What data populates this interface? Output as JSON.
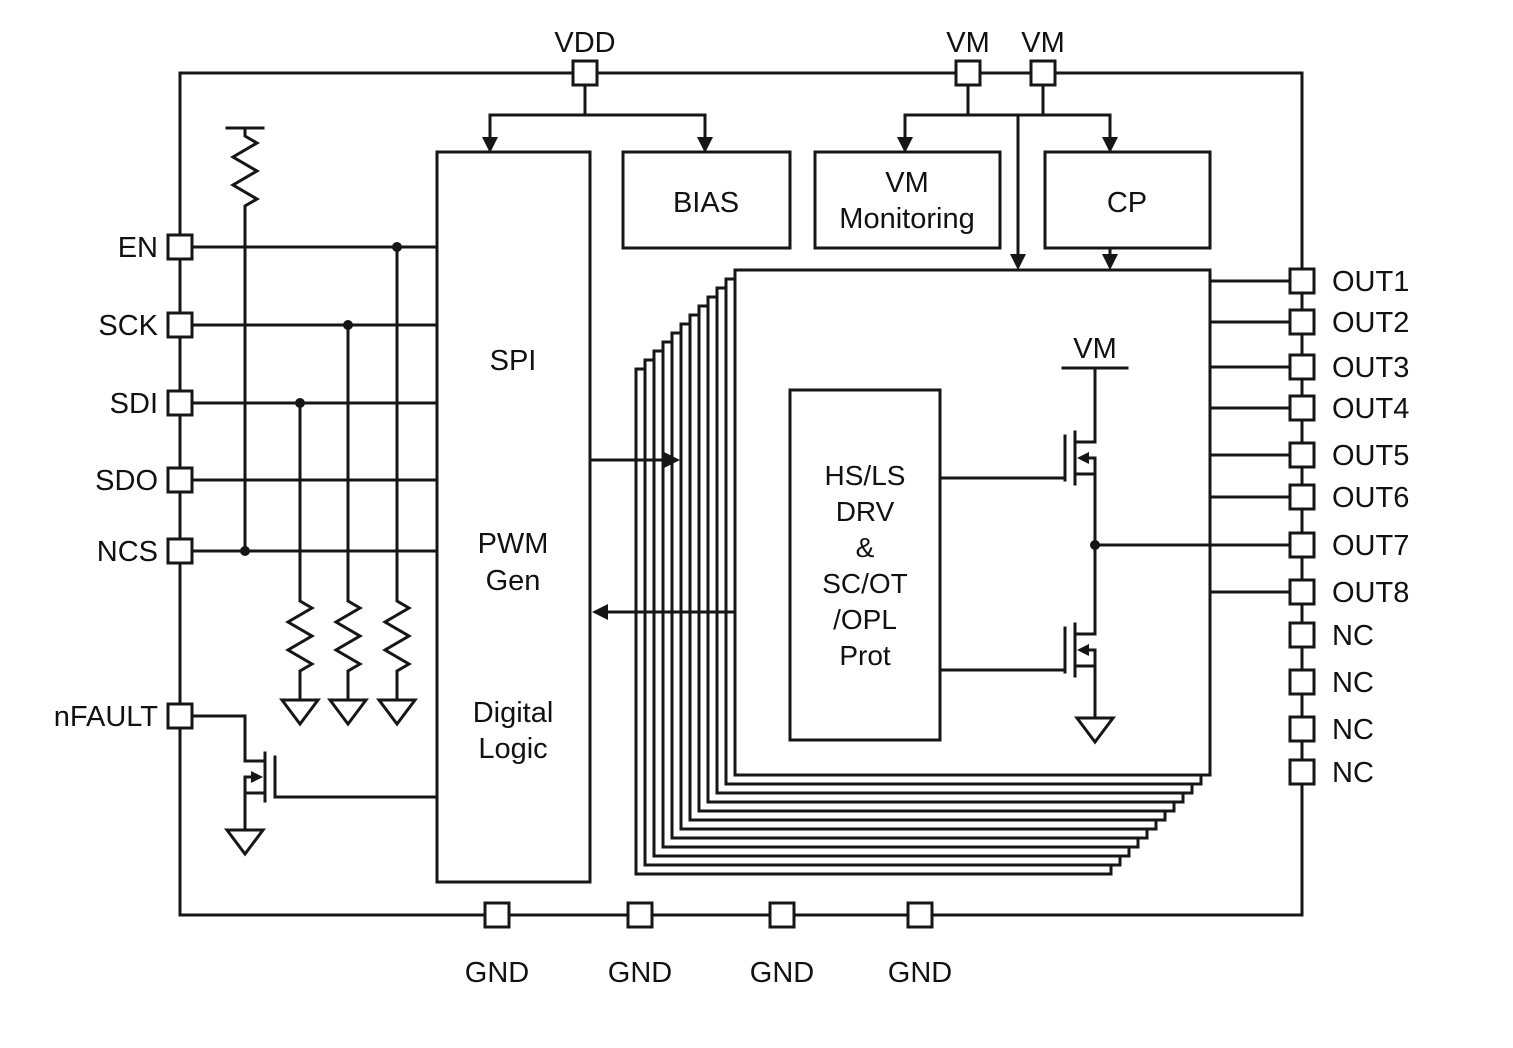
{
  "pins": {
    "top": [
      "VDD",
      "VM",
      "VM"
    ],
    "left": [
      "EN",
      "SCK",
      "SDI",
      "SDO",
      "NCS",
      "nFAULT"
    ],
    "right": [
      "OUT1",
      "OUT2",
      "OUT3",
      "OUT4",
      "OUT5",
      "OUT6",
      "OUT7",
      "OUT8",
      "NC",
      "NC",
      "NC",
      "NC"
    ],
    "bottom": [
      "GND",
      "GND",
      "GND",
      "GND"
    ]
  },
  "blocks": {
    "spi": "SPI",
    "pwm": [
      "PWM",
      "Gen"
    ],
    "logic": [
      "Digital",
      "Logic"
    ],
    "bias": "BIAS",
    "vm_monitoring": [
      "VM",
      "Monitoring"
    ],
    "cp": "CP",
    "driver": [
      "HS/LS",
      "DRV",
      "&",
      "SC/OT",
      "/OPL",
      "Prot"
    ],
    "vm_rail": "VM"
  },
  "colors": {
    "line": "#161616",
    "background": "#ffffff"
  }
}
